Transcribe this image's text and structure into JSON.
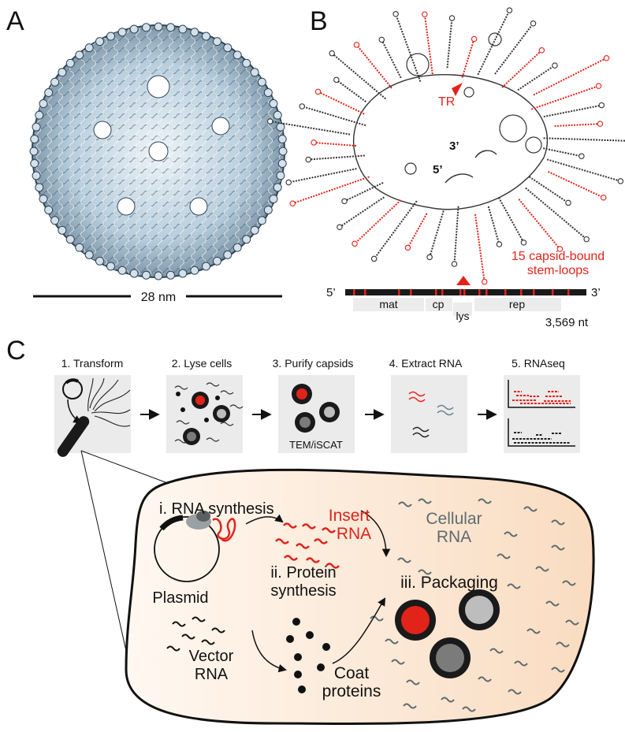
{
  "panels": {
    "a": "A",
    "b": "B",
    "c": "C"
  },
  "panel_a": {
    "scale_label": "28 nm"
  },
  "panel_b": {
    "tr_label": "TR",
    "three_prime": "3’",
    "five_prime": "5’",
    "stem_loop_line1": "15 capsid-bound",
    "stem_loop_line2": "stem-loops",
    "bar_five": "5’",
    "bar_three": "3’",
    "genes": [
      "mat",
      "cp",
      "lys",
      "rep"
    ],
    "genome_length": "3,569 nt"
  },
  "panel_c": {
    "steps": [
      "1. Transform",
      "2. Lyse cells",
      "3. Purify capsids",
      "4. Extract RNA",
      "5. RNAseq"
    ],
    "tem_label": "TEM/iSCAT",
    "rna_synthesis": "i. RNA synthesis",
    "insert_line1": "Insert",
    "insert_line2": "RNA",
    "cellular_line1": "Cellular",
    "cellular_line2": "RNA",
    "plasmid": "Plasmid",
    "protein_line1": "ii. Protein",
    "protein_line2": "synthesis",
    "packaging": "iii. Packaging",
    "vector_line1": "Vector",
    "vector_line2": "RNA",
    "coat_line1": "Coat",
    "coat_line2": "proteins"
  },
  "colors": {
    "red": "#e2231a",
    "capsid_blue": "#b8cedd",
    "cellular_gray": "#5f6b70",
    "cell_fill": "#fbe8d6"
  }
}
